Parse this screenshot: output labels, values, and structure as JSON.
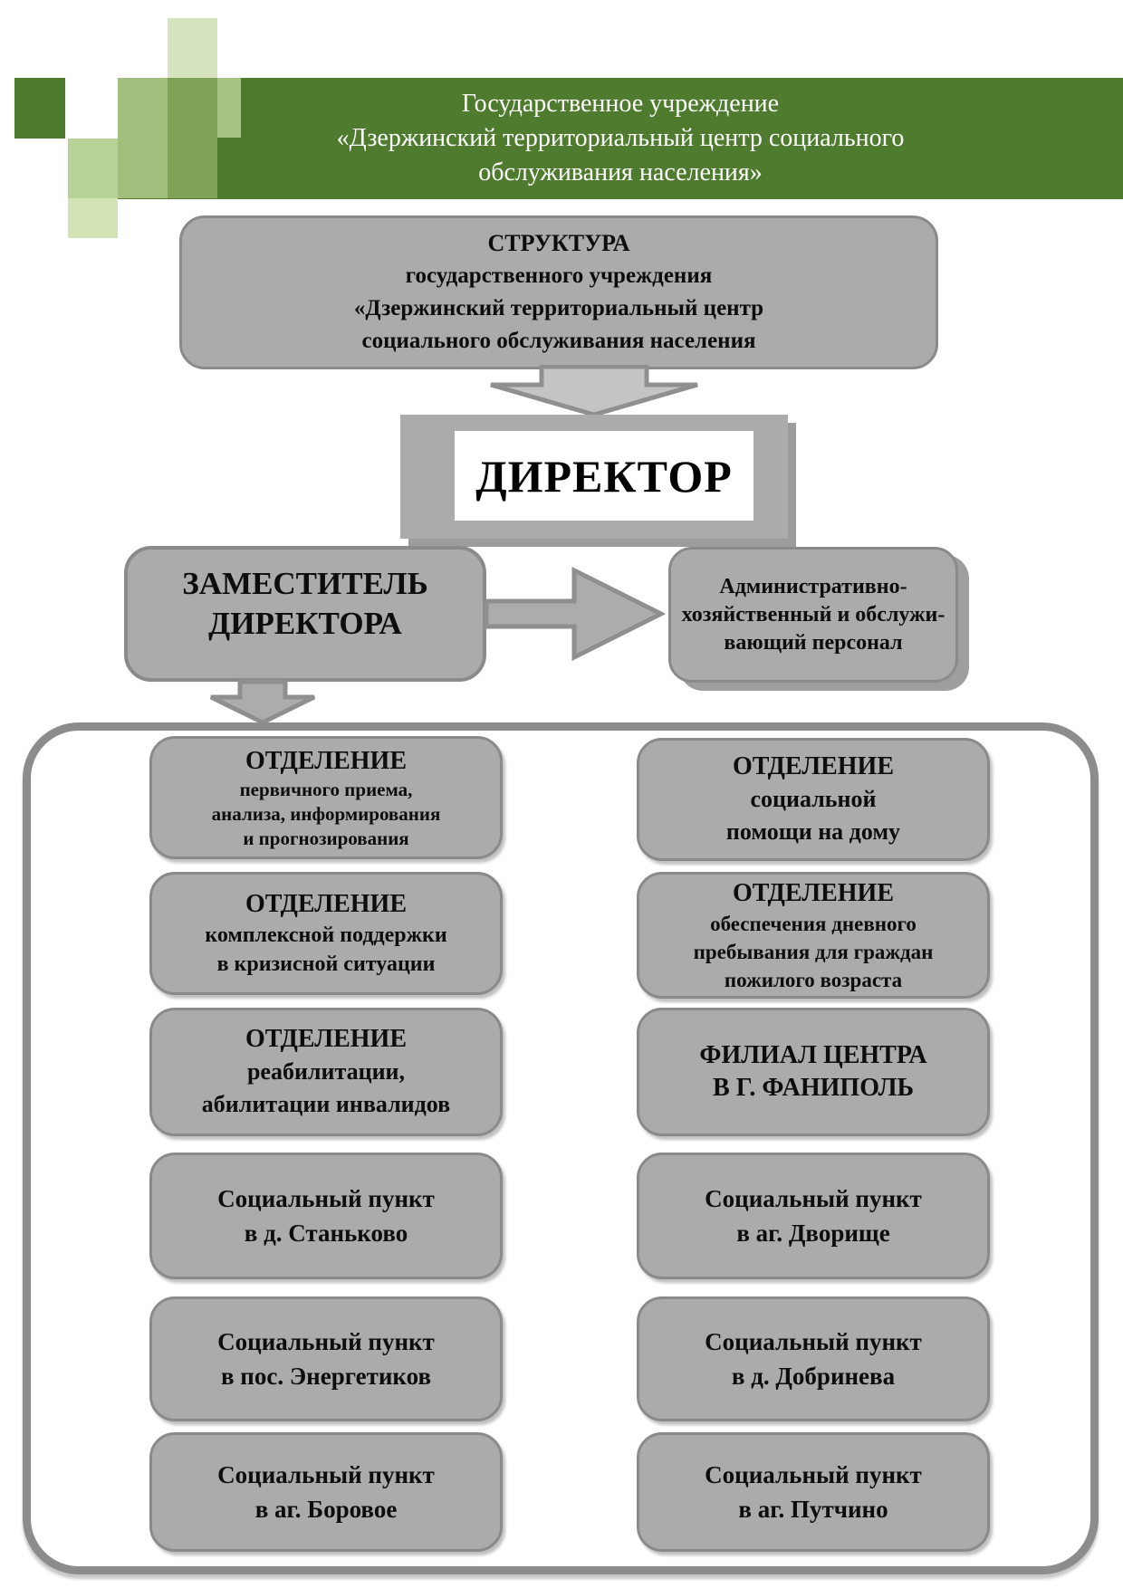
{
  "banner": {
    "line1": "Государственное учреждение",
    "line2": "«Дзержинский территориальный центр социального",
    "line3": "обслуживания населения»"
  },
  "structure_box": {
    "line1": "СТРУКТУРА",
    "line2": "государственного учреждения",
    "line3": "«Дзержинский территориальный центр",
    "line4": "социального обслуживания населения"
  },
  "director_label": "ДИРЕКТОР",
  "deputy": {
    "line1": "ЗАМЕСТИТЕЛЬ",
    "line2": "ДИРЕКТОРА"
  },
  "admin_staff": {
    "line1": "Административно-",
    "line2": "хозяйственный и обслужи-",
    "line3": "вающий персонал"
  },
  "grid": {
    "left": [
      {
        "title": "ОТДЕЛЕНИЕ",
        "line1": "первичного приема,",
        "line2": "анализа, информирования",
        "line3": "и прогнозирования"
      },
      {
        "title": "ОТДЕЛЕНИЕ",
        "line1": "комплексной поддержки",
        "line2": "в кризисной ситуации"
      },
      {
        "title": "ОТДЕЛЕНИЕ",
        "line1": "реабилитации,",
        "line2": "абилитации инвалидов"
      },
      {
        "line1": "Социальный пункт",
        "line2": "в д. Станьково"
      },
      {
        "line1": "Социальный пункт",
        "line2": "в пос. Энергетиков"
      },
      {
        "line1": "Социальный пункт",
        "line2": "в аг. Боровое"
      }
    ],
    "right": [
      {
        "title": "ОТДЕЛЕНИЕ",
        "line1": "социальной",
        "line2": "помощи на дому"
      },
      {
        "title": "ОТДЕЛЕНИЕ",
        "line1": "обеспечения дневного",
        "line2": "пребывания для граждан",
        "line3": "пожилого возраста"
      },
      {
        "title": "ФИЛИАЛ ЦЕНТРА",
        "line1": "В Г. ФАНИПОЛЬ"
      },
      {
        "line1": "Социальный пункт",
        "line2": "в аг. Дворище"
      },
      {
        "line1": "Социальный пункт",
        "line2": "в д. Добринева"
      },
      {
        "line1": "Социальный пункт",
        "line2": "в аг. Путчино"
      }
    ]
  },
  "colors": {
    "banner_green": "#4e7b2e",
    "banner_text": "#ffffff",
    "box_fill": "#ababab",
    "box_border": "#8a8a8a",
    "arrow_fill": "#acacac",
    "arrow_border": "#8f8f8f",
    "container_border": "#8c8c8c"
  }
}
